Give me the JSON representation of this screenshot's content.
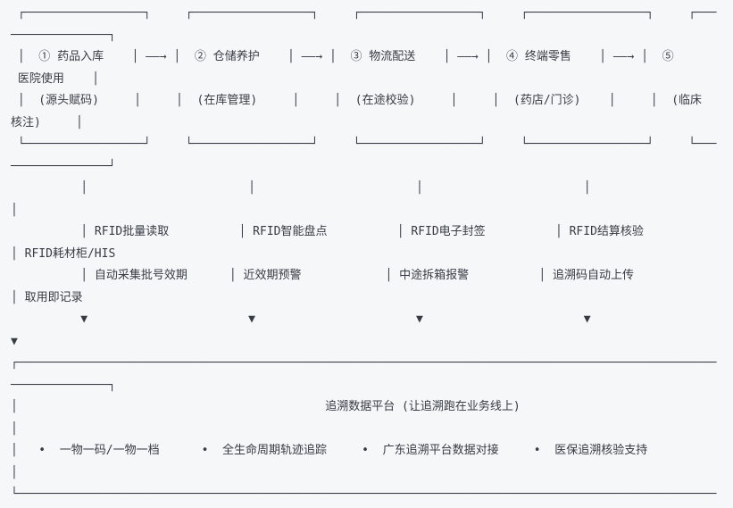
{
  "meta": {
    "background_color": "#f6f7f8",
    "text_color": "#363b44"
  },
  "diagram": {
    "lines": [
      " ┌─────────────────┐     ┌─────────────────┐     ┌─────────────────┐     ┌─────────────────┐     ┌───",
      "──────────────┐",
      " │  ① 药品入库    │ ——→ │  ② 仓储养护    │ ——→ │  ③ 物流配送    │ ——→ │  ④ 终端零售    │ ——→ │  ⑤",
      " 医院使用    │",
      " │  (源头赋码)     │     │  (在库管理)     │     │  (在途校验)     │     │  (药店/门诊)    │     │  (临床",
      "核注)     │",
      " └─────────────────┘     └─────────────────┘     └─────────────────┘     └─────────────────┘     └───",
      "──────────────┘",
      "          │                       │                       │                       │",
      "│",
      "          │ RFID批量读取          │ RFID智能盘点          │ RFID电子封签          │ RFID结算核验",
      "│ RFID耗材柜/HIS",
      "          │ 自动采集批号效期      │ 近效期预警            │ 中途拆箱报警          │ 追溯码自动上传",
      "│ 取用即记录",
      "          ▼                       ▼                       ▼                       ▼",
      "▼",
      "┌────────────────────────────────────────────────────────────────────────────────────────────────────",
      "──────────────┐",
      "│                                            追溯数据平台 (让追溯跑在业务线上)",
      "│",
      "│   •  一物一码/一物一档      •  全生命周期轨迹追踪     •  广东追溯平台数据对接     •  医保追溯核验支持",
      "│",
      "└────────────────────────────────────────────────────────────────────────────────────────────────────"
    ]
  },
  "semantics": {
    "flow_stages": [
      {
        "number": "①",
        "name": "药品入库",
        "subtitle": "(源头赋码)",
        "rfid_features": [
          "RFID批量读取",
          "自动采集批号效期"
        ]
      },
      {
        "number": "②",
        "name": "仓储养护",
        "subtitle": "(在库管理)",
        "rfid_features": [
          "RFID智能盘点",
          "近效期预警"
        ]
      },
      {
        "number": "③",
        "name": "物流配送",
        "subtitle": "(在途校验)",
        "rfid_features": [
          "RFID电子封签",
          "中途拆箱报警"
        ]
      },
      {
        "number": "④",
        "name": "终端零售",
        "subtitle": "(药店/门诊)",
        "rfid_features": [
          "RFID结算核验",
          "追溯码自动上传"
        ]
      },
      {
        "number": "⑤",
        "name": "医院使用",
        "subtitle": "(临床核注)",
        "rfid_features": [
          "RFID耗材柜/HIS",
          "取用即记录"
        ]
      }
    ],
    "arrow_symbol": "——→",
    "down_arrow_symbol": "▼",
    "platform": {
      "title": "追溯数据平台 (让追溯跑在业务线上)",
      "bullets": [
        "一物一码/一物一档",
        "全生命周期轨迹追踪",
        "广东追溯平台数据对接",
        "医保追溯核验支持"
      ]
    }
  }
}
